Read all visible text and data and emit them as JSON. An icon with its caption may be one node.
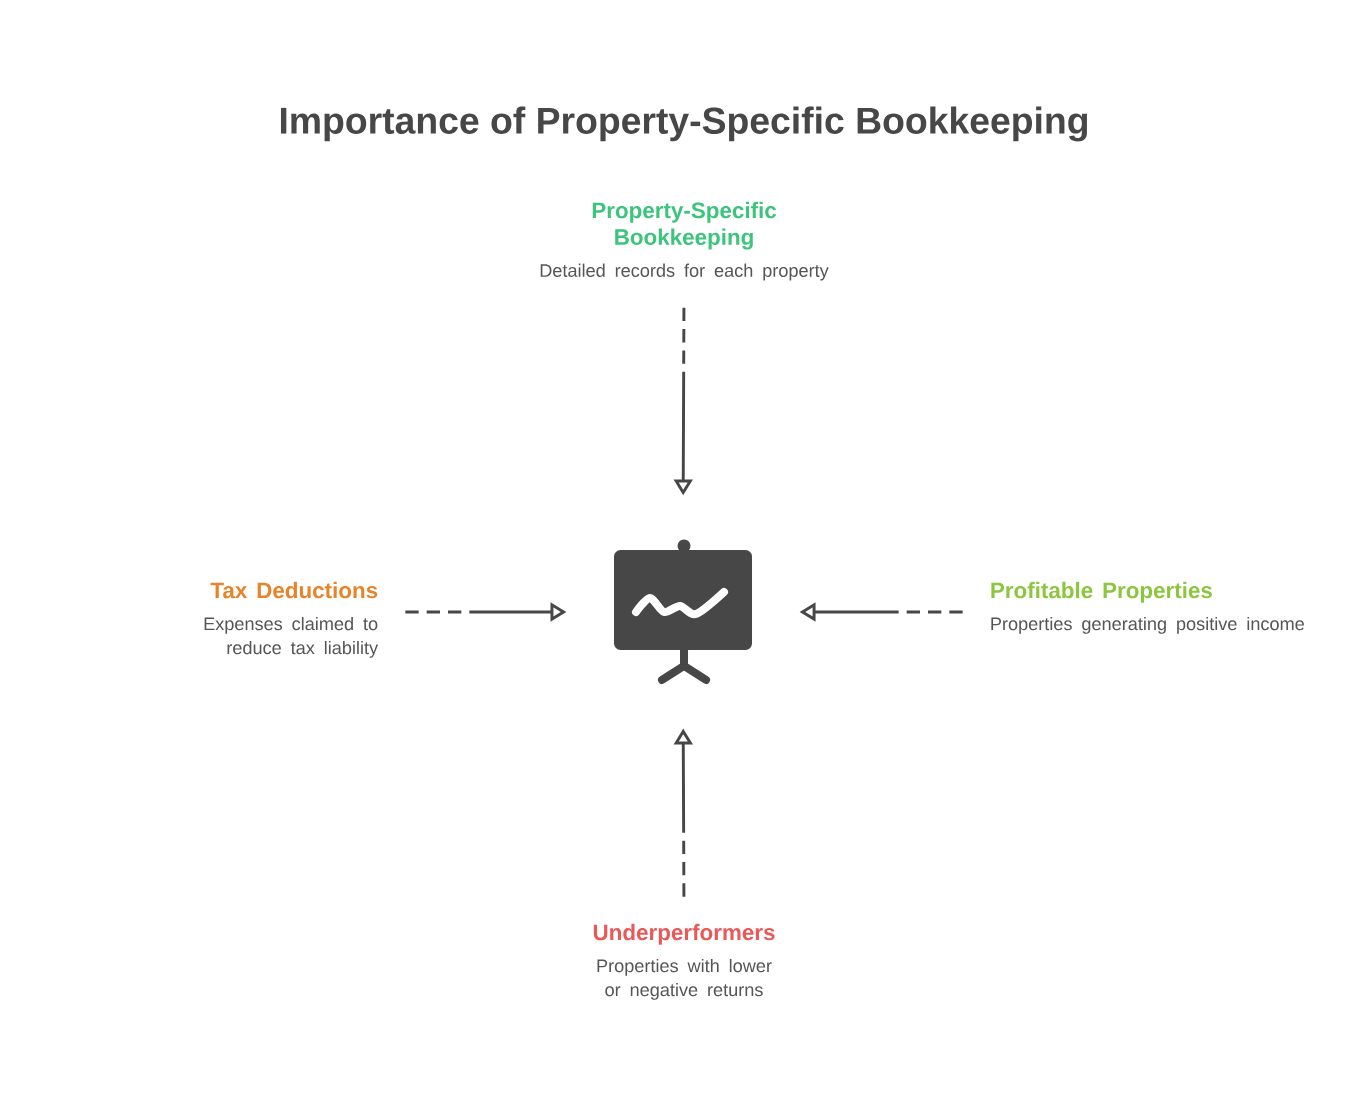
{
  "diagram": {
    "title": "Importance of Property-Specific Bookkeeping",
    "nodes": [
      {
        "text": [
          "Property-Specific Bookkeeping",
          "Detailed records for each property"
        ]
      },
      {
        "text": [
          "Tax Deductions",
          "Expenses claimed to reduce tax liability"
        ]
      },
      {
        "text": [],
        "shape": "picture"
      },
      {
        "text": [
          "Profitable Properties",
          "Properties generating positive income"
        ]
      },
      {
        "text": [
          "Underperformers",
          "Properties with lower or negative returns"
        ]
      }
    ],
    "edges": [
      {
        "from": 0,
        "to": 2,
        "arrow": "to"
      },
      {
        "from": 1,
        "to": 2,
        "arrow": "to"
      },
      {
        "from": 3,
        "to": 2,
        "arrow": "to"
      },
      {
        "from": 4,
        "to": 2,
        "arrow": "to"
      }
    ]
  }
}
